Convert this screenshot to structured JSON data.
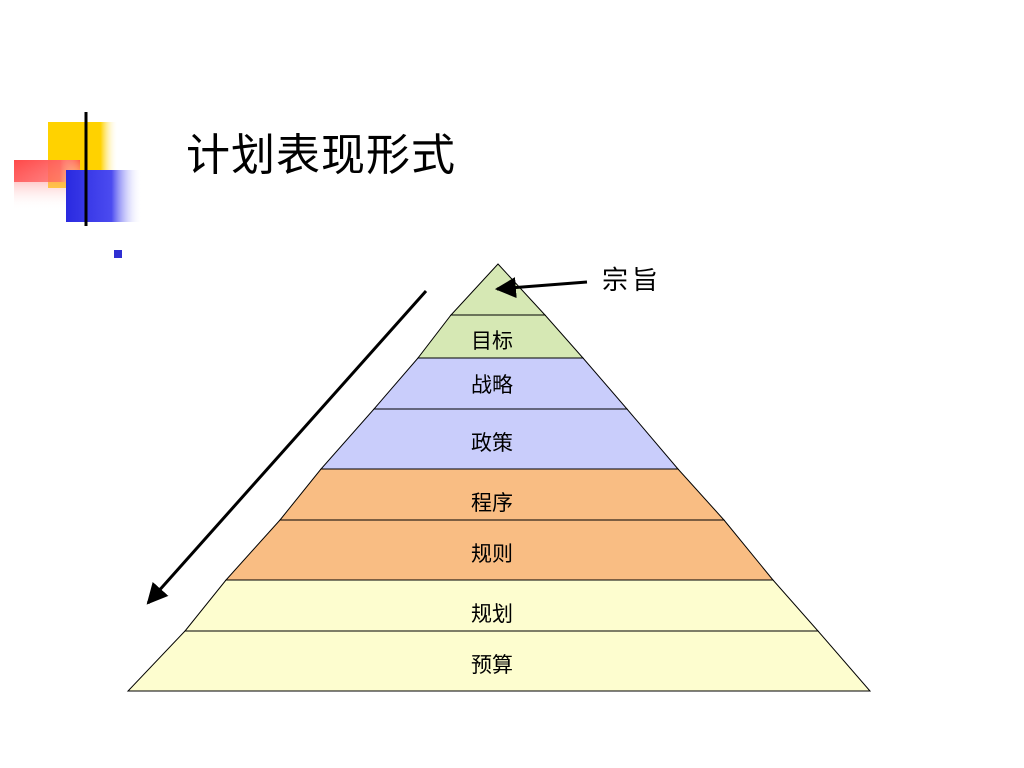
{
  "slide": {
    "title": "计划表现形式",
    "apex_label": "宗旨",
    "layers": [
      {
        "label": "目标",
        "fill": "#d6e8b4"
      },
      {
        "label": "战略",
        "fill": "#c9cdfb"
      },
      {
        "label": "政策",
        "fill": "#c9cdfb"
      },
      {
        "label": "程序",
        "fill": "#f9bd83"
      },
      {
        "label": "规则",
        "fill": "#f9bd83"
      },
      {
        "label": "规划",
        "fill": "#fdfdcf"
      },
      {
        "label": "预算",
        "fill": "#fdfdcf"
      }
    ],
    "apex_fill": "#d6e8b4",
    "colors": {
      "decor_yellow": "#ffd200",
      "decor_red": "#ff5a5a",
      "decor_blue": "#3a3ae0",
      "bullet": "#2f2fd2"
    }
  }
}
